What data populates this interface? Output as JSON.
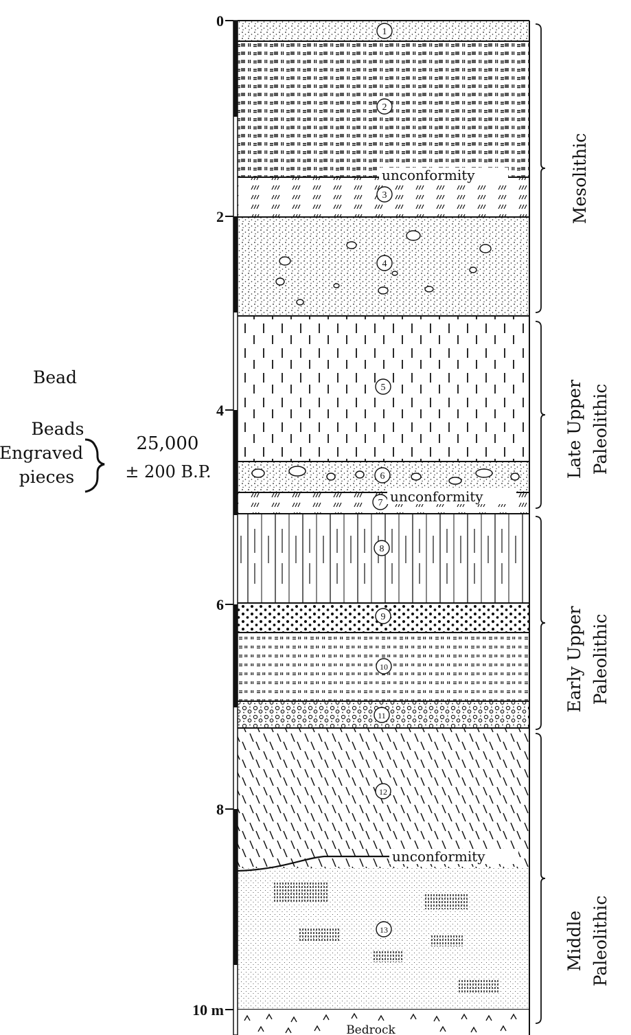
{
  "scale": {
    "ticks": [
      {
        "label": "0"
      },
      {
        "label": "2"
      },
      {
        "label": "4"
      },
      {
        "label": "6"
      },
      {
        "label": "8"
      },
      {
        "label": "10 m"
      }
    ]
  },
  "layers": [
    {
      "num": "1",
      "pattern": "sand"
    },
    {
      "num": "2",
      "pattern": "laminated"
    },
    {
      "num": "3",
      "pattern": "ticks"
    },
    {
      "num": "4",
      "pattern": "pebbly-sand"
    },
    {
      "num": "5",
      "pattern": "vertical-dashes"
    },
    {
      "num": "6",
      "pattern": "cobbles"
    },
    {
      "num": "7",
      "pattern": "ticks"
    },
    {
      "num": "8",
      "pattern": "columns"
    },
    {
      "num": "9",
      "pattern": "coarse-dots"
    },
    {
      "num": "10",
      "pattern": "laminated-sparse"
    },
    {
      "num": "11",
      "pattern": "gravel"
    },
    {
      "num": "12",
      "pattern": "diagonal-dashes"
    },
    {
      "num": "13",
      "pattern": "fine-stipple"
    }
  ],
  "unconformities": [
    {
      "label": "unconformity"
    },
    {
      "label": "unconformity"
    },
    {
      "label": "unconformity"
    }
  ],
  "bedrock": {
    "label": "Bedrock"
  },
  "periods": [
    {
      "line1": "Mesolithic",
      "line2": ""
    },
    {
      "line1": "Late Upper",
      "line2": "Paleolithic"
    },
    {
      "line1": "Early Upper",
      "line2": "Paleolithic"
    },
    {
      "line1": "Middle",
      "line2": "Paleolithic"
    }
  ],
  "annotations": {
    "bead": "Bead",
    "beads": "Beads",
    "engraved": "Engraved",
    "pieces": "pieces",
    "date_value": "25,000",
    "date_error": "± 200 B.P."
  }
}
